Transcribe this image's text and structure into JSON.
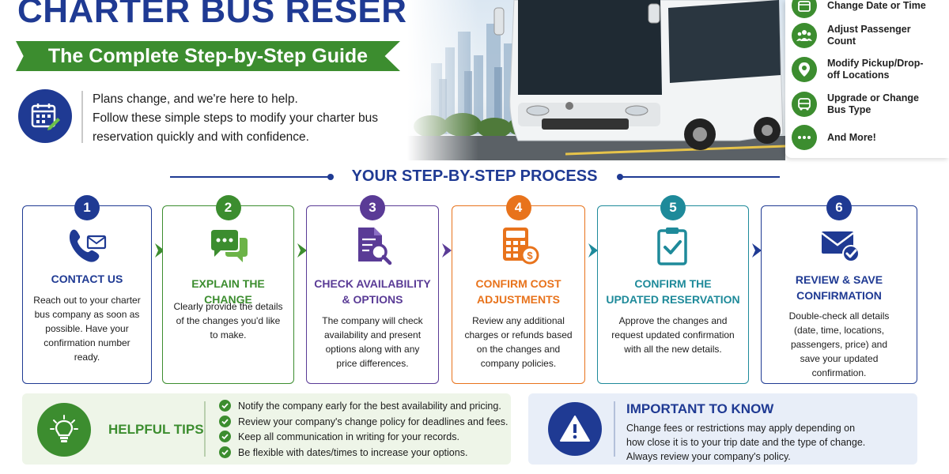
{
  "header": {
    "title": "CHARTER BUS RESERVATION:",
    "subtitle": "The Complete Step-by-Step Guide",
    "intro_lines": [
      "Plans change, and we're here to help.",
      "Follow these simple steps to modify your charter bus",
      "reservation quickly and with confidence."
    ]
  },
  "options": [
    {
      "label": "Change Date or Time",
      "icon": "calendar-icon"
    },
    {
      "label": "Adjust Passenger Count",
      "icon": "people-icon"
    },
    {
      "label": "Modify Pickup/Drop-off Locations",
      "icon": "location-pin-icon"
    },
    {
      "label": "Upgrade or Change Bus Type",
      "icon": "bus-icon"
    },
    {
      "label": "And More!",
      "icon": "more-icon"
    }
  ],
  "process": {
    "heading": "YOUR STEP-BY-STEP PROCESS",
    "steps": [
      {
        "number": "1",
        "title_lines": [
          "CONTACT US"
        ],
        "desc_lines": [
          "Reach out to your charter",
          "bus company as soon as",
          "possible. Have your",
          "confirmation number",
          "ready."
        ],
        "color": "#1f3a93",
        "icon": "phone-mail-icon"
      },
      {
        "number": "2",
        "title_lines": [
          "EXPLAIN THE CHANGE"
        ],
        "desc_lines": [
          "Clearly provide the details",
          "of the changes you'd like",
          "to make."
        ],
        "color": "#3c8d2f",
        "icon": "chat-bubbles-icon"
      },
      {
        "number": "3",
        "title_lines": [
          "CHECK AVAILABILITY",
          "& OPTIONS"
        ],
        "desc_lines": [
          "The company will check",
          "availability and present",
          "options along with any",
          "price differences."
        ],
        "color": "#5a3b96",
        "icon": "document-search-icon"
      },
      {
        "number": "4",
        "title_lines": [
          "CONFIRM COST",
          "ADJUSTMENTS"
        ],
        "desc_lines": [
          "Review any additional",
          "charges or refunds based",
          "on the changes and",
          "company policies."
        ],
        "color": "#e8731c",
        "icon": "calculator-icon"
      },
      {
        "number": "5",
        "title_lines": [
          "CONFIRM THE",
          "UPDATED RESERVATION"
        ],
        "desc_lines": [
          "Approve the changes and",
          "request updated confirmation",
          "with all the new details."
        ],
        "color": "#1e8a9a",
        "icon": "clipboard-check-icon"
      },
      {
        "number": "6",
        "title_lines": [
          "REVIEW & SAVE",
          "CONFIRMATION"
        ],
        "desc_lines": [
          "Double-check all details",
          "(date, time, locations,",
          "passengers, price) and",
          "save your updated",
          "confirmation."
        ],
        "color": "#1f3a93",
        "icon": "envelope-check-icon"
      }
    ]
  },
  "tips": {
    "heading": "HELPFUL TIPS",
    "items": [
      "Notify the company early for the best availability and pricing.",
      "Review your company's change policy for deadlines and fees.",
      "Keep all communication in writing for your records.",
      "Be flexible with dates/times to increase your options."
    ]
  },
  "important": {
    "heading": "IMPORTANT TO KNOW",
    "lines": [
      "Change fees or restrictions may apply depending on",
      "how close it is to your trip date and the type of change.",
      "Always review your company's policy."
    ]
  },
  "colors": {
    "navy": "#1f3a93",
    "green": "#3c8d2f",
    "purple": "#5a3b96",
    "orange": "#e8731c",
    "teal": "#1e8a9a"
  }
}
